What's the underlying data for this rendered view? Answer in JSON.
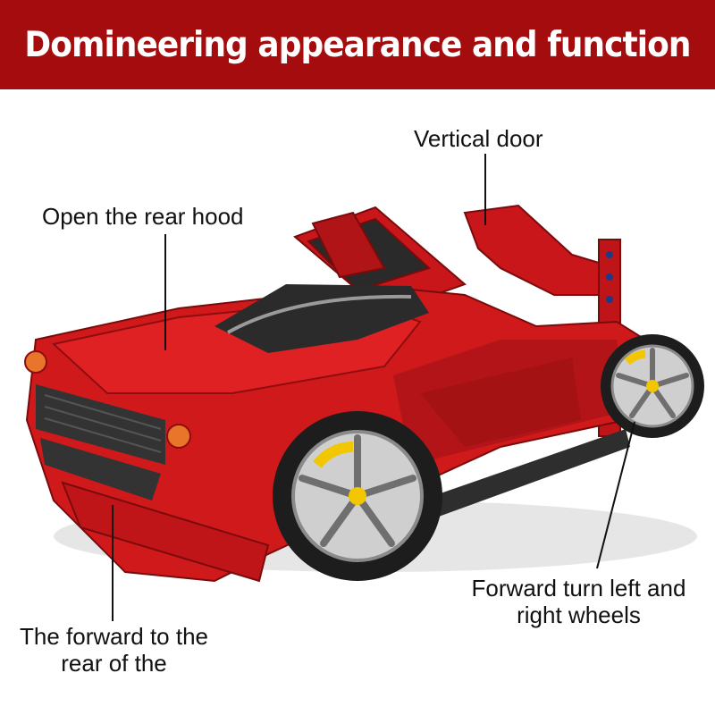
{
  "banner": {
    "title": "Domineering appearance and function",
    "background_color": "#a40c0e",
    "text_color": "#ffffff"
  },
  "product": {
    "body_color": "#d0191b",
    "wheel_accent_color": "#f2c600"
  },
  "callouts": {
    "vertical_door": "Vertical door",
    "rear_hood": "Open the rear hood",
    "forward_turn_line1": "Forward turn left and",
    "forward_turn_line2": "right wheels",
    "forward_rear_line1": "The forward to the",
    "forward_rear_line2": "rear of the"
  }
}
